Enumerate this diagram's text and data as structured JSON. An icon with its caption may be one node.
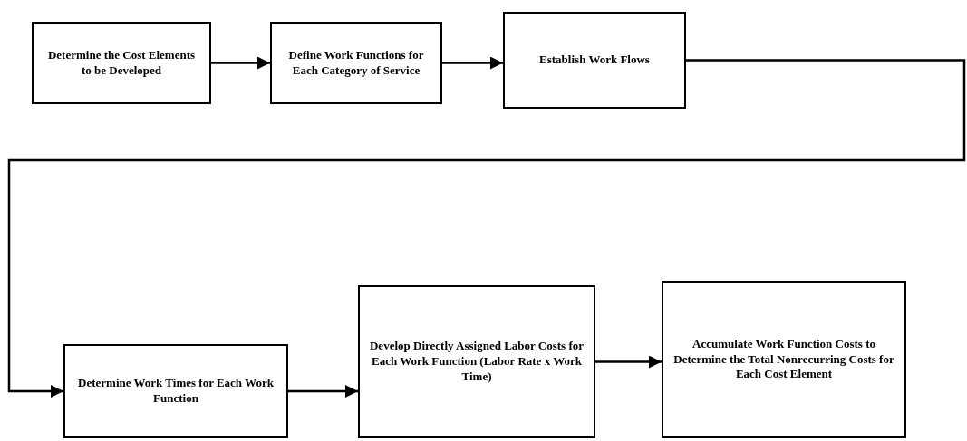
{
  "diagram": {
    "nodes": [
      {
        "text": [
          "Determine the Cost Elements to be Developed"
        ]
      },
      {
        "text": [
          "Define Work Functions for Each Category of Service"
        ]
      },
      {
        "text": [
          "Establish Work Flows"
        ]
      },
      {
        "text": [
          "Determine Work Times for Each Work Function"
        ]
      },
      {
        "text": [
          "Develop Directly Assigned Labor Costs for Each Work Function (Labor Rate x Work Time)"
        ]
      },
      {
        "text": [
          "Accumulate Work Function Costs to Determine the Total Nonrecurring Costs for Each Cost Element"
        ]
      }
    ],
    "edges": [
      {
        "from": 0,
        "to": 1,
        "arrow": "to"
      },
      {
        "from": 1,
        "to": 2,
        "arrow": "to"
      },
      {
        "from": 2,
        "to": 3,
        "arrow": "to"
      },
      {
        "from": 3,
        "to": 4,
        "arrow": "to"
      },
      {
        "from": 4,
        "to": 5,
        "arrow": "to"
      }
    ]
  }
}
